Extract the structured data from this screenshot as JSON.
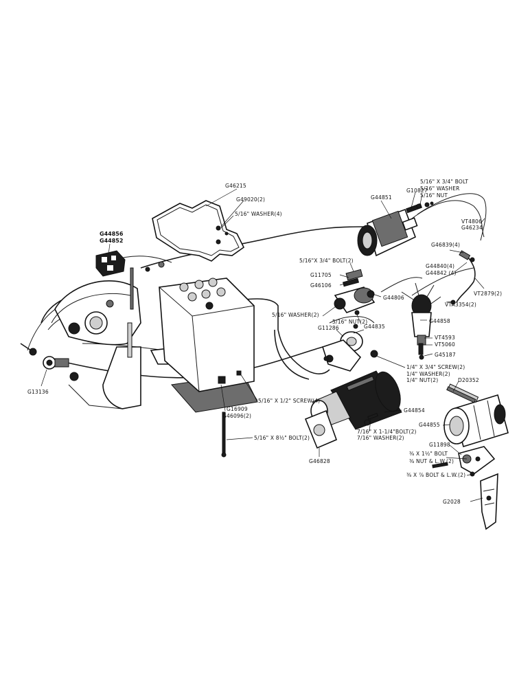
{
  "labels": {
    "g46215": "G46215",
    "g49020": "G49020(2)",
    "washer_516_4": "5/16\" WASHER(4)",
    "g10827": "G10827",
    "g44851": "G44851",
    "bolt_516_34_top": "5/16\" X 3/4\" BOLT",
    "washer_516_top": "5/16\" WASHER",
    "nut_516_top": "5/16\" NUT",
    "vt4806": "VT4806",
    "g46234": "G46234",
    "g46839": "G46839(4)",
    "g44856": "G44856",
    "g44852": "G44852",
    "bolt_516_34_2": "5/16\"X 3/4\" BOLT(2)",
    "g11705": "G11705",
    "g46106": "G46106",
    "g44806": "G44806",
    "g44840": "G44840(4)",
    "g44842": "G44842 (4)",
    "vt2879": "VT2879(2)",
    "vta3354": "VTA3354(2)",
    "washer_516_2": "5/16\" WASHER(2)",
    "nut_516_2": "5/16\" NUT(2)",
    "g44835": "G44835",
    "g11286": "G11286",
    "g44858": "G44858",
    "vt4593": "VT4593",
    "vt5060": "VT5060",
    "g45187": "G45187",
    "g13136": "G13136",
    "screw_14_34": "1/4\" X 3/4\" SCREW(2)",
    "washer_14": "1/4\" WASHER(2)",
    "nut_14": "1/4\" NUT(2)",
    "d20352": "D20352",
    "screw_516_12": "5/16\" X 1/2\" SCREW(4)",
    "g16909": "G16909",
    "g46096": "G46096(2)",
    "g44854": "G44854",
    "g44855": "G44855",
    "bolt_716": "7/16\" X 1-1/4\"BOLT(2)",
    "washer_716": "7/16\" WASHER(2)",
    "bolt_516_8": "5/16\" X 8½\" BOLT(2)",
    "g46828": "G46828",
    "g11898": "G11898",
    "bolt_38_112": "⅜ X 1½\" BOLT",
    "nut_38_lw": "⅜ NUT & L.W.(2)",
    "bolt_38_78_lw": "⅜ X ⅞ BOLT & L.W.(2)",
    "g2028": "G2028"
  }
}
